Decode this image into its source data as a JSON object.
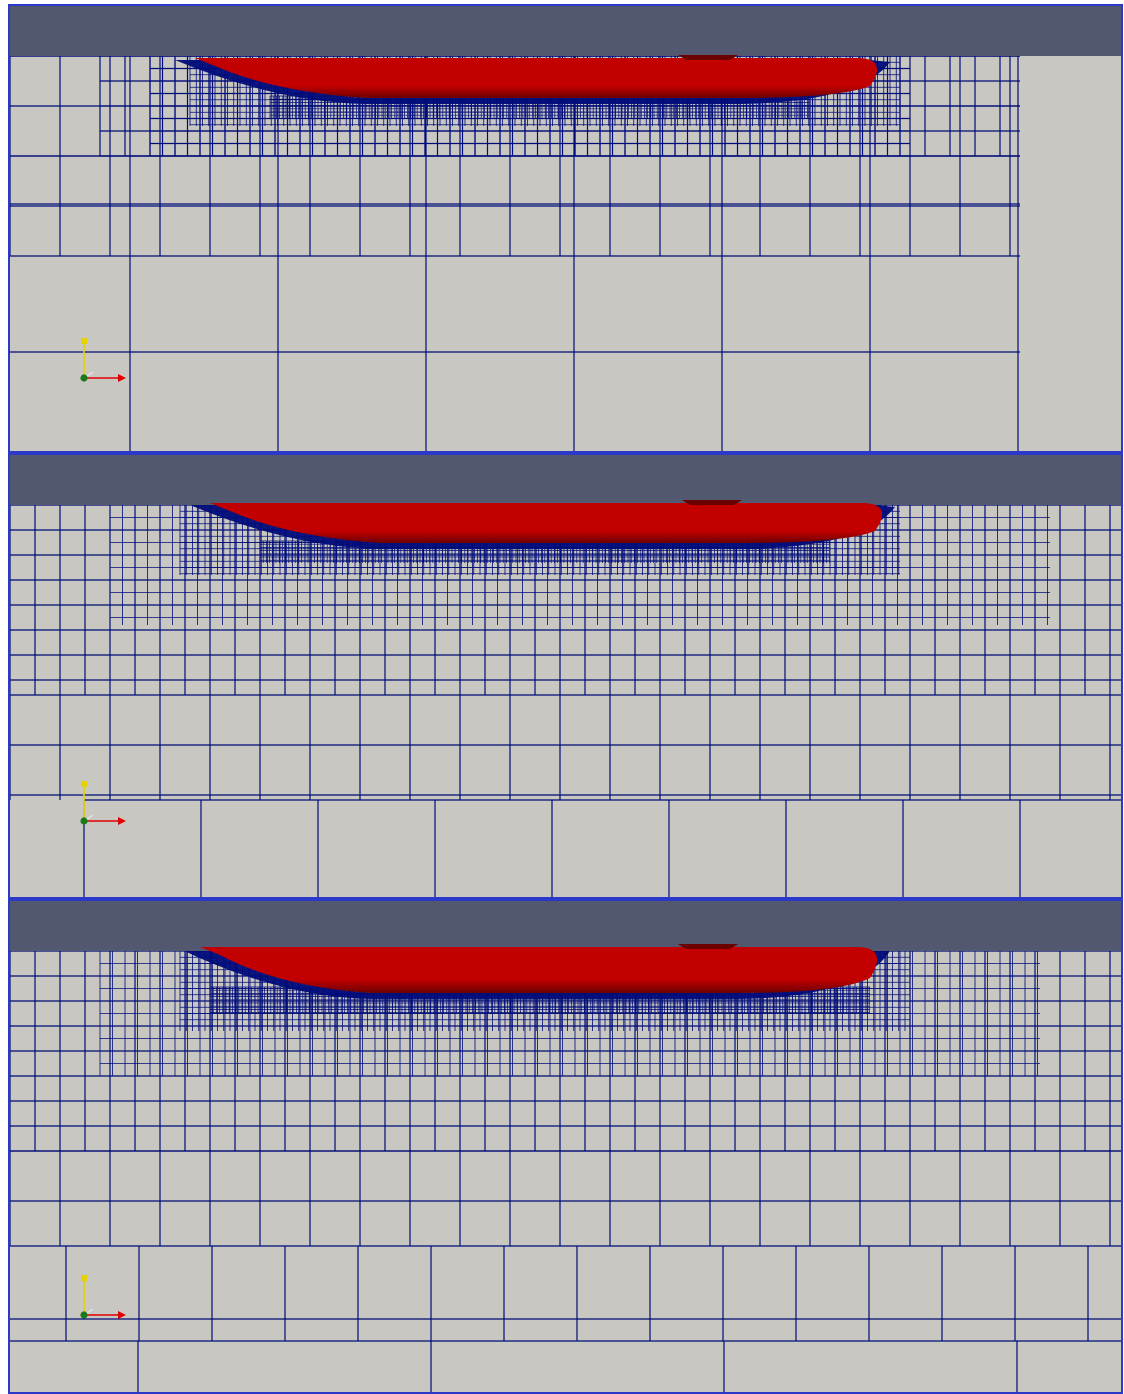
{
  "colors": {
    "mesh_line": "#000c7a",
    "background": "#c9c7c1",
    "free_surface_band": "#525870",
    "hull_red": "#c20000",
    "hull_dark": "#6b0000",
    "viewport_border": "#2b38c8",
    "axis_x": "#e00000",
    "axis_y": "#e5d300",
    "axis_z": "#1a7a1a"
  },
  "viewports": [
    {
      "id": "vp1",
      "name": "mesh-view-coarse",
      "description_icon": "hull-mesh-icon"
    },
    {
      "id": "vp2",
      "name": "mesh-view-medium",
      "description_icon": "hull-mesh-icon"
    },
    {
      "id": "vp3",
      "name": "mesh-view-fine",
      "description_icon": "hull-mesh-icon"
    }
  ]
}
